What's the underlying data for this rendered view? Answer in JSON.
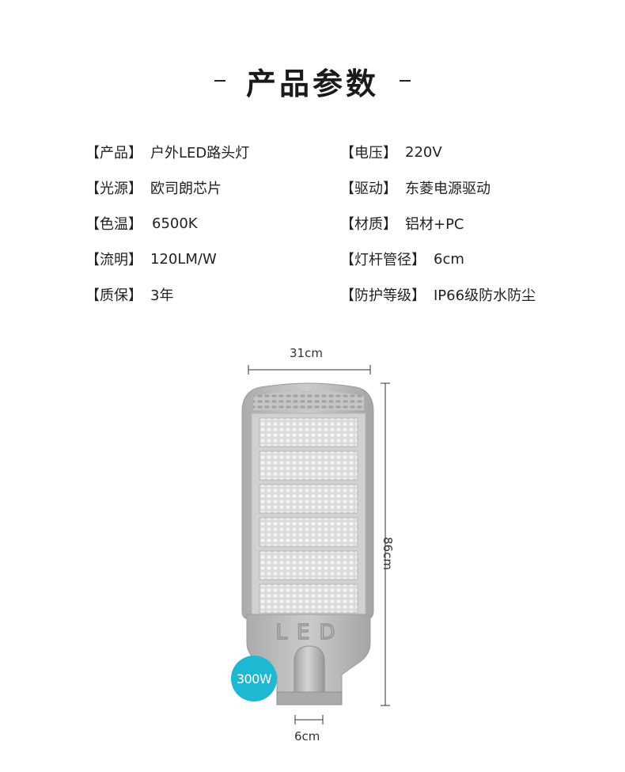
{
  "title": "产品参数",
  "specs_left": [
    {
      "key": "【产品】",
      "value": "户外LED路头灯"
    },
    {
      "key": "【光源】",
      "value": "欧司朗芯片"
    },
    {
      "key": "【色温】",
      "value": "6500K"
    },
    {
      "key": "【流明】",
      "value": "120LM/W"
    },
    {
      "key": "【质保】",
      "value": "3年"
    }
  ],
  "specs_right": [
    {
      "key": "【电压】",
      "value": "220V"
    },
    {
      "key": "【驱动】",
      "value": "东菱电源驱动"
    },
    {
      "key": "【材质】",
      "value": "铝材+PC"
    },
    {
      "key": "【灯杆管径】",
      "value": "6cm"
    },
    {
      "key": "【防护等级】",
      "value": "IP66级防水防尘"
    }
  ],
  "dimensions": {
    "width": "31cm",
    "height": "86cm",
    "pole": "6cm"
  },
  "product": {
    "embossed": "LED",
    "power_badge": "300W"
  },
  "colors": {
    "badge": "#1fb8d2",
    "housing": "#b9bbbd",
    "text": "#222222"
  }
}
